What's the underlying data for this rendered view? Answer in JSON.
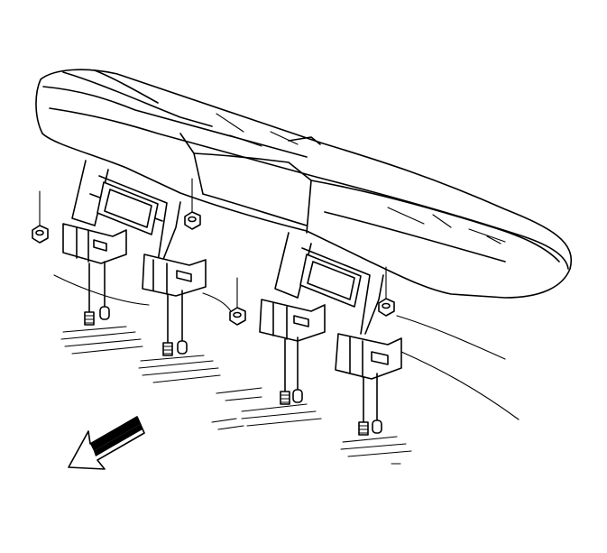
{
  "diagram": {
    "labels": [],
    "colors": {
      "line": "#000000",
      "background": "#ffffff"
    },
    "icons": [
      "seat-cushion",
      "seat-bracket",
      "nut",
      "bolt-stud",
      "floor-mount",
      "front-direction-arrow"
    ],
    "counts": {
      "brackets": 4,
      "nuts": 4,
      "studs": 8
    }
  }
}
